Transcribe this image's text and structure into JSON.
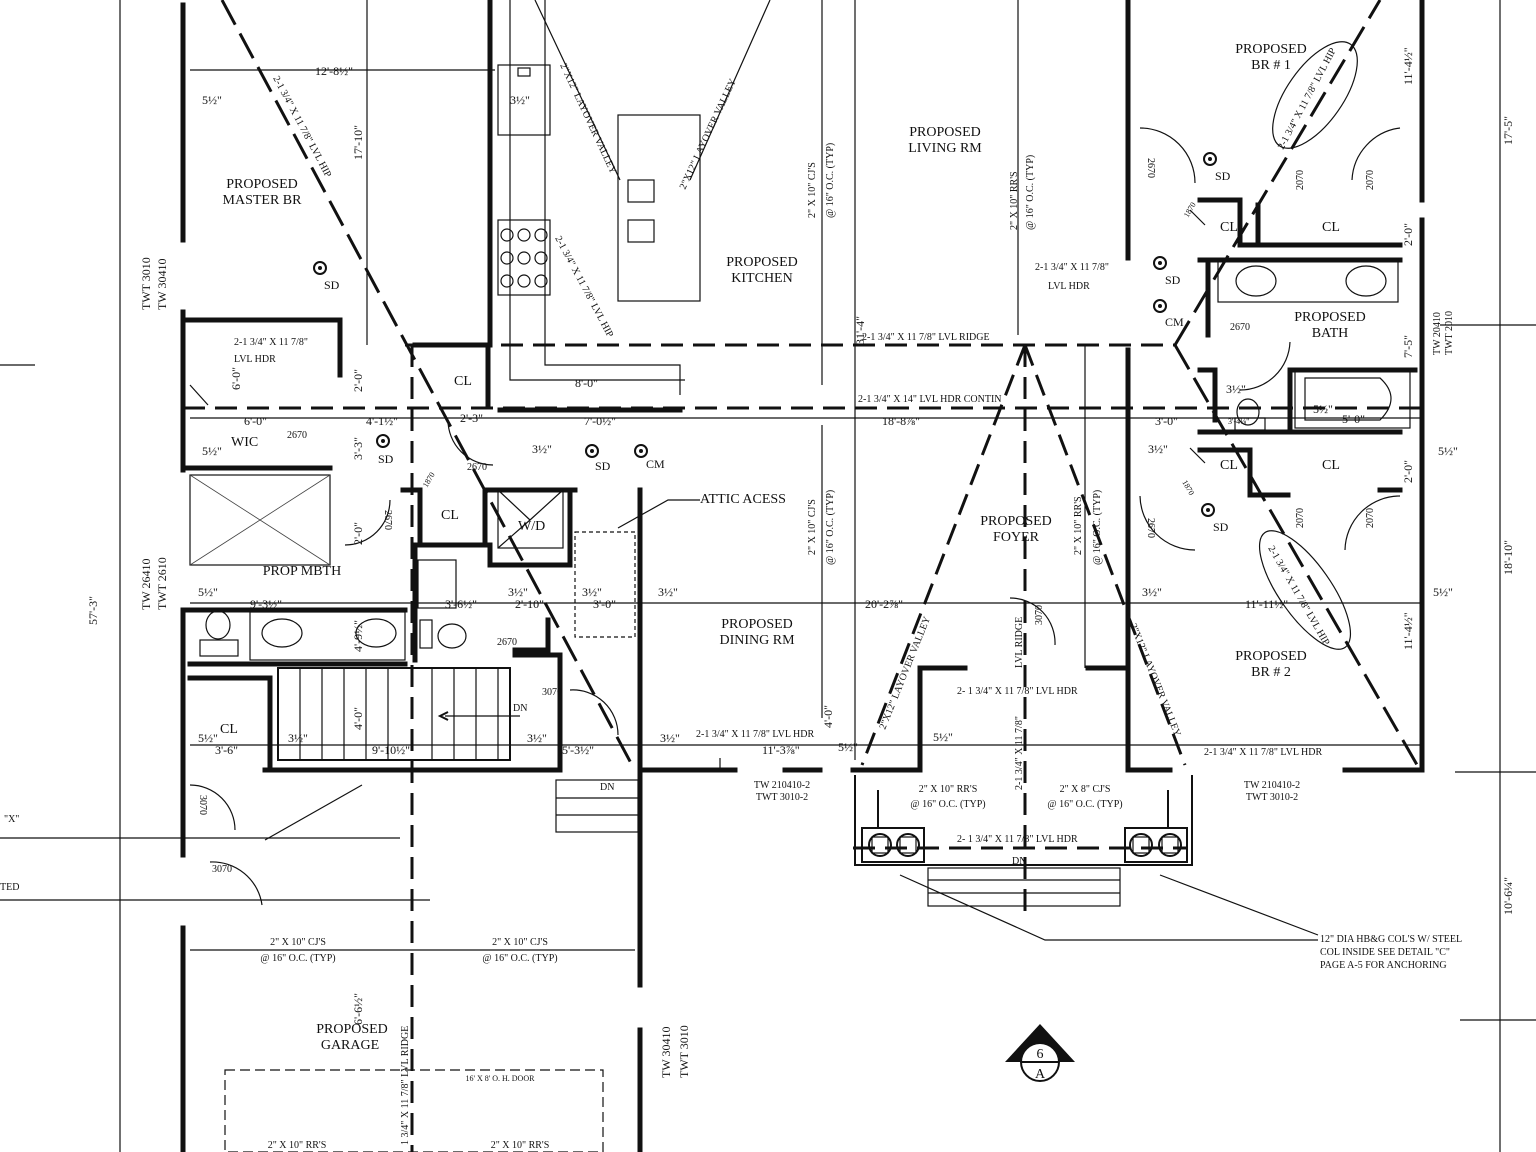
{
  "rooms": {
    "master_br": [
      "PROPOSED",
      "MASTER BR"
    ],
    "kitchen": [
      "PROPOSED",
      "KITCHEN"
    ],
    "living": [
      "PROPOSED",
      "LIVING RM"
    ],
    "br1": [
      "PROPOSED",
      "BR # 1"
    ],
    "bath": [
      "PROPOSED",
      "BATH"
    ],
    "foyer": [
      "PROPOSED",
      "FOYER"
    ],
    "dining": [
      "PROPOSED",
      "DINING RM"
    ],
    "br2": [
      "PROPOSED",
      "BR # 2"
    ],
    "garage": [
      "PROPOSED",
      "GARAGE"
    ],
    "prop_mbth": "PROP MBTH",
    "wic": "WIC",
    "cl": "CL",
    "wd": "W/D",
    "attic": "ATTIC ACESS"
  },
  "symbols": {
    "sd": "SD",
    "cm": "CM",
    "dn": "DN"
  },
  "dims": {
    "d1": "12'-8½\"",
    "d2": "17'-10\"",
    "d3": "5½\"",
    "d4": "3½\"",
    "d5": "31'-4\"",
    "d6": "17'-5\"",
    "d7": "11'-4½\"",
    "d8": "7'-5\"",
    "d9": "18'-10\"",
    "d10": "10'-6¼\"",
    "d11": "57'-3\"",
    "d12": "6'-0\"",
    "d13": "4'-1½\"",
    "d14": "7'-0½\"",
    "d15": "18'-8⅞\"",
    "d16": "3'-0\"",
    "d17": "5'-0\"",
    "d18": "8'-0\"",
    "d19": "9'-3½\"",
    "d20": "3'-6½\"",
    "d21": "2'-10\"",
    "d22": "20'-2⅞\"",
    "d23": "11'-11½\"",
    "d24": "3'-6\"",
    "d25": "9'-10½\"",
    "d26": "5'-3½\"",
    "d27": "11'-3⅞\"",
    "d28": "4'-0\"",
    "d29": "2'-0\"",
    "d30": "3'-3\"",
    "d31": "4'-9½\"",
    "d32": "6'-6½\"",
    "d33": "3'-4⅛\"",
    "d34": "2'-3\""
  },
  "codes": {
    "c2670": "2670",
    "c2070": "2070",
    "c3070": "3070",
    "c1870": "1870",
    "tw3010": "TWT 3010",
    "tw30410": "TW 30410",
    "tw26410": "TW 26410",
    "twt2610": "TWT 2610",
    "tw20410": "TW 20410",
    "twt2010": "TWT 2010",
    "tw210410": "TW 210410-2",
    "twt30102": "TWT 3010-2"
  },
  "labels": {
    "lvl_hip": "2-1 3/4\" X 11 7/8\" LVL HIP",
    "layover": "2\"X12\" LAYOVER VALLEY",
    "cjs_10": "2\" X 10\" CJ'S",
    "rrs_10": "2\" X 10\" RR'S",
    "cjs_8": "2\" X 8\" CJ'S",
    "oc": "@ 16\" O.C. (TYP)",
    "lvl_hdr": "2-1 3/4\" X 11 7/8\"",
    "lvl_hdr_full": "2-1 3/4\" X 11 7/8\" LVL HDR",
    "lvl_hdr_sp": "2- 1 3/4\" X 11 7/8\" LVL HDR",
    "lvl_hdr_word": "LVL HDR",
    "lvl_ridge": "2-1 3/4\" X 11 7/8\" LVL RIDGE",
    "hdr_contin": "2-1 3/4\" X 14\" LVL HDR CONTIN",
    "lvl_ridge_short": "LVL RIDGE",
    "garage_ridge": "1 3/4\" X 11 7/8\" LVL RIDGE",
    "door": "16' X 8' O. H. DOOR",
    "col1": "12\" DIA HB&G COL'S W/ STEEL",
    "col2": "COL INSIDE SEE DETAIL \"C\"",
    "col3": "PAGE A-5 FOR ANCHORING",
    "edge_x": "\"X\"",
    "edge_ted": "TED"
  },
  "section": {
    "num": "6",
    "letter": "A"
  }
}
